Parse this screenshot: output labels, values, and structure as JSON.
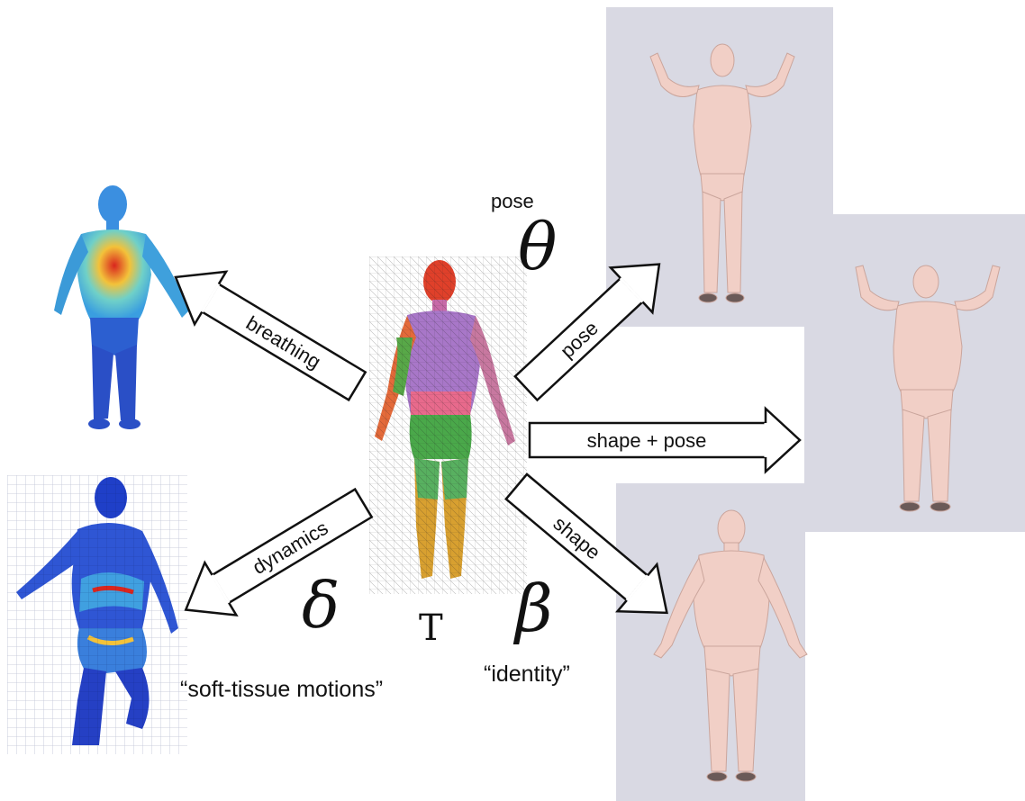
{
  "labels": {
    "pose_word": "pose",
    "theta": "θ",
    "delta": "δ",
    "beta": "β",
    "template": "T",
    "soft_tissue": "“soft-tissue motions”",
    "identity": "“identity”"
  },
  "arrows": {
    "breathing": "breathing",
    "dynamics": "dynamics",
    "pose": "pose",
    "shape_pose": "shape + pose",
    "shape": "shape"
  },
  "colors": {
    "panel_bg": "#d9d9e3",
    "skin": "#f1cfc6",
    "heat_blue": "#2f56c8",
    "heat_red": "#d9261e"
  }
}
